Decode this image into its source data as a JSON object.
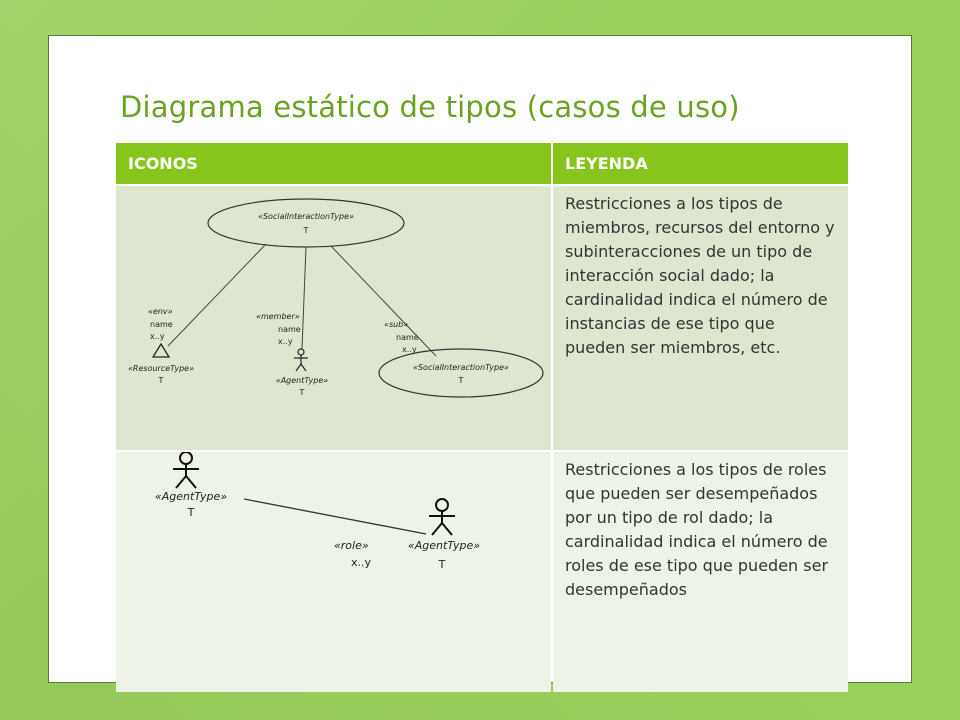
{
  "slide": {
    "title": "Diagrama estático de tipos (casos de uso)",
    "table": {
      "header": {
        "col1": "ICONOS",
        "col2": "LEYENDA"
      },
      "rows": [
        {
          "legend": "Restricciones a los tipos de miembros, recursos del entorno y subinteracciones de un tipo de interacción social dado; la cardinalidad indica el número de instancias de ese tipo que pueden ser miembros, etc.",
          "diagram": {
            "root_stereotype": "«SocialInteractionType»",
            "root_t": "T",
            "env_label": "«env»",
            "env_name": "name",
            "env_card": "x..y",
            "resource_stereotype": "«ResourceType»",
            "resource_t": "T",
            "member_label": "«member»",
            "member_name": "name",
            "member_card": "x..y",
            "agent_stereotype": "«AgentType»",
            "agent_t": "T",
            "sub_label": "«sub»",
            "sub_name": "name",
            "sub_card": "x..y",
            "sub_stereotype": "«SocialInteractionType»",
            "sub_t": "T"
          }
        },
        {
          "legend": "Restricciones a los tipos de roles que pueden ser desempeñados por un tipo de rol dado; la cardinalidad  indica el número de roles de ese tipo que pueden ser desempeñados",
          "diagram": {
            "left_stereotype": "«AgentType»",
            "left_t": "T",
            "role_label": "«role»",
            "role_card": "x..y",
            "right_stereotype": "«AgentType»",
            "right_t": "T"
          }
        }
      ]
    }
  },
  "colors": {
    "background": "#9bd05c",
    "title": "#6aa324",
    "header": "#88c51c",
    "row1": "#dde7cf",
    "row2": "#eef3e7"
  }
}
